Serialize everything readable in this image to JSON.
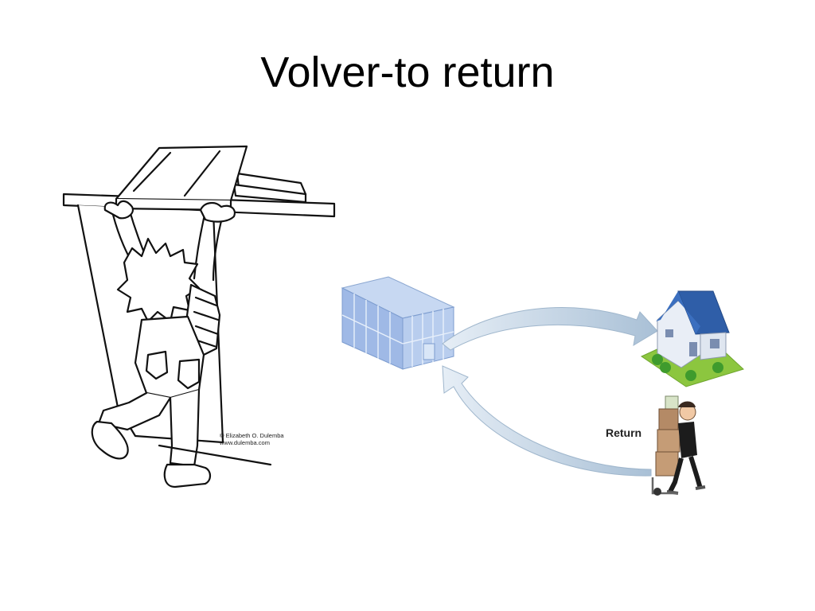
{
  "slide": {
    "title": "Volver-to return"
  },
  "illustration_left": {
    "credit_line1": "© Elizabeth O. Dulemba",
    "credit_line2": "www.dulemba.com"
  },
  "illustration_right": {
    "arrow_label": "Return",
    "colors": {
      "building": "#9fb9e6",
      "roof": "#2f5ea8",
      "arrow": "#c4d6e6",
      "lawn": "#7cc142"
    }
  }
}
